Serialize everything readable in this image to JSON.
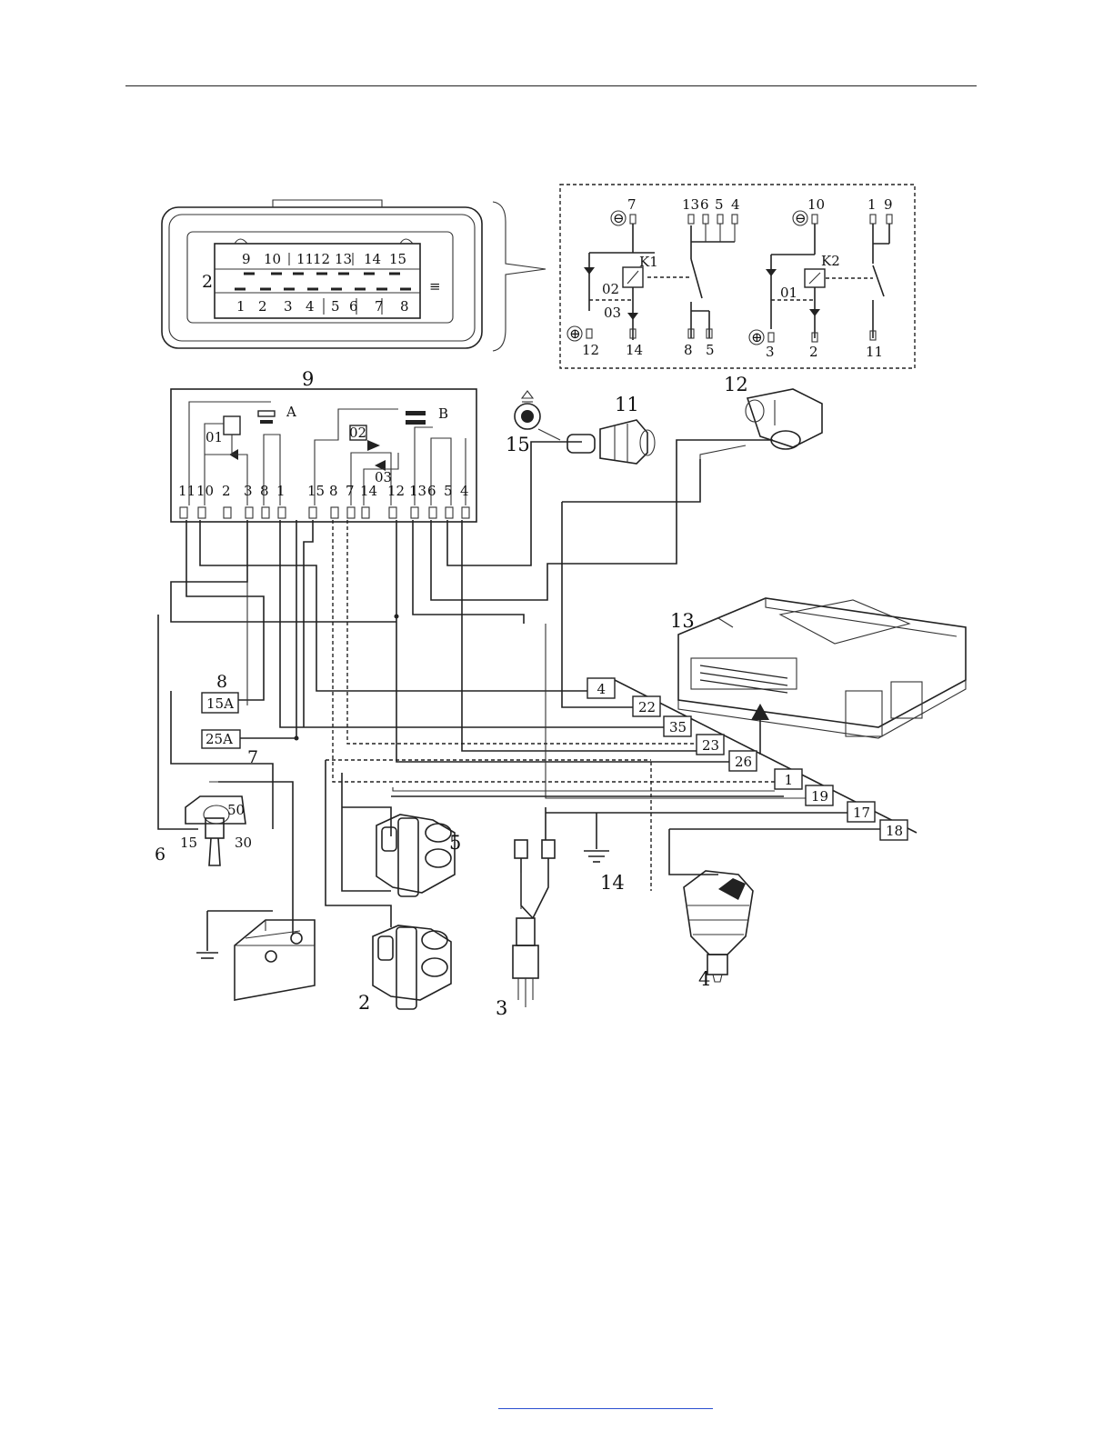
{
  "relay_connector": {
    "top_pins": [
      "9",
      "10",
      "11",
      "12",
      "13",
      "14",
      "15"
    ],
    "bottom_pins": [
      "1",
      "2",
      "3",
      "4",
      "5",
      "6",
      "7",
      "8"
    ],
    "side_mark": "2"
  },
  "schematic": {
    "k1": {
      "label": "K1",
      "top_terminals": [
        "7",
        "13",
        "6",
        "5",
        "4"
      ],
      "bottom_terminals": [
        "12",
        "14",
        "8",
        "5"
      ],
      "diodes": [
        "02",
        "03"
      ],
      "neg": "⊖",
      "pos": "⊕"
    },
    "k2": {
      "label": "K2",
      "top_terminals": [
        "10",
        "1",
        "9"
      ],
      "bottom_terminals": [
        "3",
        "2",
        "11"
      ],
      "diodes": [
        "01"
      ],
      "neg": "⊖",
      "pos": "⊕"
    }
  },
  "relay_unit": {
    "label": "9",
    "section_a": "A",
    "section_b": "B",
    "diodes": [
      "01",
      "02",
      "03"
    ],
    "terminals": [
      "11",
      "10",
      "2",
      "3",
      "8",
      "1",
      "15",
      "8",
      "7",
      "14",
      "12",
      "13",
      "6",
      "5",
      "4"
    ]
  },
  "fuses": [
    {
      "rating": "15A",
      "label": "8"
    },
    {
      "rating": "25A",
      "label": "7"
    }
  ],
  "ecu_pins": [
    "4",
    "22",
    "35",
    "23",
    "26",
    "1",
    "19",
    "17",
    "18"
  ],
  "ignition_switch": {
    "label": "6",
    "terminals": [
      "15",
      "30",
      "50"
    ]
  },
  "components": {
    "ecu": "13",
    "fuel_pump": "11",
    "canister_valve": "12",
    "inertia_switch": "15",
    "coil_1": "5",
    "coil_2": "2",
    "sensor": "3",
    "injector": "4",
    "ground": "14"
  }
}
